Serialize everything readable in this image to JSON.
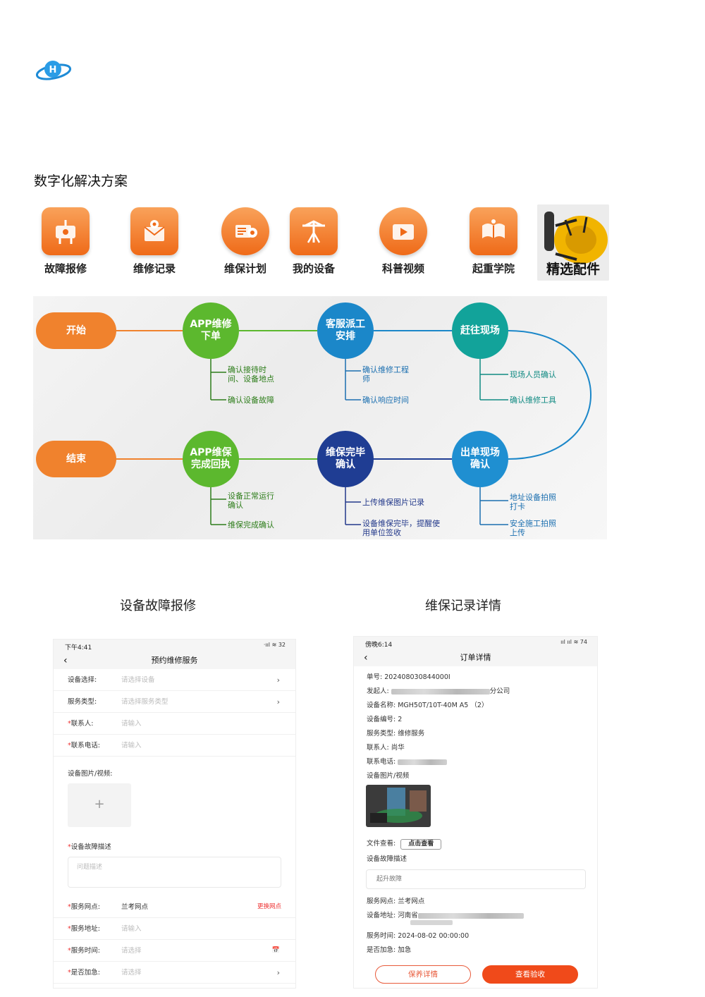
{
  "section_title": "数字化解决方案",
  "features": [
    {
      "label": "故障报修",
      "icon": "repair-hook-icon"
    },
    {
      "label": "维修记录",
      "icon": "record-envelope-icon"
    },
    {
      "label": "维保计划",
      "icon": "plan-gear-icon"
    },
    {
      "label": "我的设备",
      "icon": "crane-equipment-icon"
    },
    {
      "label": "科普视频",
      "icon": "video-play-icon"
    },
    {
      "label": "起重学院",
      "icon": "academy-book-icon"
    },
    {
      "label": "精选配件",
      "icon": "hoist-part-photo"
    }
  ],
  "flow": {
    "start": "开始",
    "end": "结束",
    "steps": [
      {
        "title_line1": "APP维修",
        "title_line2": "下单",
        "subs": [
          "确认接待时\n间、设备地点",
          "确认设备故障"
        ]
      },
      {
        "title_line1": "客服派工",
        "title_line2": "安排",
        "subs": [
          "确认维修工程\n师",
          "确认响应时间"
        ]
      },
      {
        "title_line1": "赶往现场",
        "title_line2": "",
        "subs": [
          "现场人员确认",
          "确认维修工具"
        ]
      },
      {
        "title_line1": "出单现场",
        "title_line2": "确认",
        "subs": [
          "地址设备拍照\n打卡",
          "安全施工拍照\n上传"
        ]
      },
      {
        "title_line1": "维保完毕",
        "title_line2": "确认",
        "subs": [
          "上传维保图片记录",
          "设备维保完毕，提醒使\n用单位签收"
        ]
      },
      {
        "title_line1": "APP维保",
        "title_line2": "完成回执",
        "subs": [
          "设备正常运行\n确认",
          "维保完成确认"
        ]
      }
    ]
  },
  "captions": {
    "left": "设备故障报修",
    "right": "维保记录详情"
  },
  "phone_left": {
    "status_time": "下午4:41",
    "status_right": "·ııl ≋ 32",
    "nav_title": "预约维修服务",
    "rows": [
      {
        "label": "设备选择:",
        "placeholder": "请选择设备",
        "arrow": "›"
      },
      {
        "label": "服务类型:",
        "placeholder": "请选择服务类型",
        "arrow": "›"
      },
      {
        "req": "*",
        "label": "联系人:",
        "placeholder": "请输入"
      },
      {
        "req": "*",
        "label": "联系电话:",
        "placeholder": "请输入"
      }
    ],
    "media_label": "设备图片/视频:",
    "add_symbol": "+",
    "desc_label": "设备故障描述",
    "desc_placeholder": "问题描述",
    "rows2": [
      {
        "req": "*",
        "label": "服务网点:",
        "value": "兰考网点",
        "action": "更换网点"
      },
      {
        "req": "*",
        "label": "服务地址:",
        "placeholder": "请输入"
      },
      {
        "req": "*",
        "label": "服务时间:",
        "placeholder": "请选择",
        "arrow": "📅"
      },
      {
        "req": "*",
        "label": "是否加急:",
        "placeholder": "请选择",
        "arrow": "›"
      }
    ]
  },
  "phone_right": {
    "status_time": "傍晚6:14",
    "status_right": "ııl ııl ≋ 74",
    "nav_title": "订单详情",
    "order_no_label": "单号:",
    "order_no": "202408030844000I",
    "initiator_label": "发起人:",
    "initiator_tail": "分公司",
    "device_name_label": "设备名称:",
    "device_name": "MGH50T/10T-40M A5 （2）",
    "device_no_label": "设备编号:",
    "device_no": "2",
    "service_type_label": "服务类型:",
    "service_type": "维修服务",
    "contact_label": "联系人:",
    "contact": "尚华",
    "phone_label": "联系电话:",
    "media_label": "设备图片/视频",
    "file_label": "文件查看:",
    "file_button": "点击查看",
    "desc_label": "设备故障描述",
    "desc_value": "起升故障",
    "site_label": "服务网点:",
    "site": "兰考网点",
    "addr_label": "设备地址:",
    "addr_head": "河南省",
    "time_label": "服务时间:",
    "time": "2024-08-02 00:00:00",
    "urgent_label": "是否加急:",
    "urgent": "加急",
    "btn_detail": "保养详情",
    "btn_check": "查看验收"
  }
}
